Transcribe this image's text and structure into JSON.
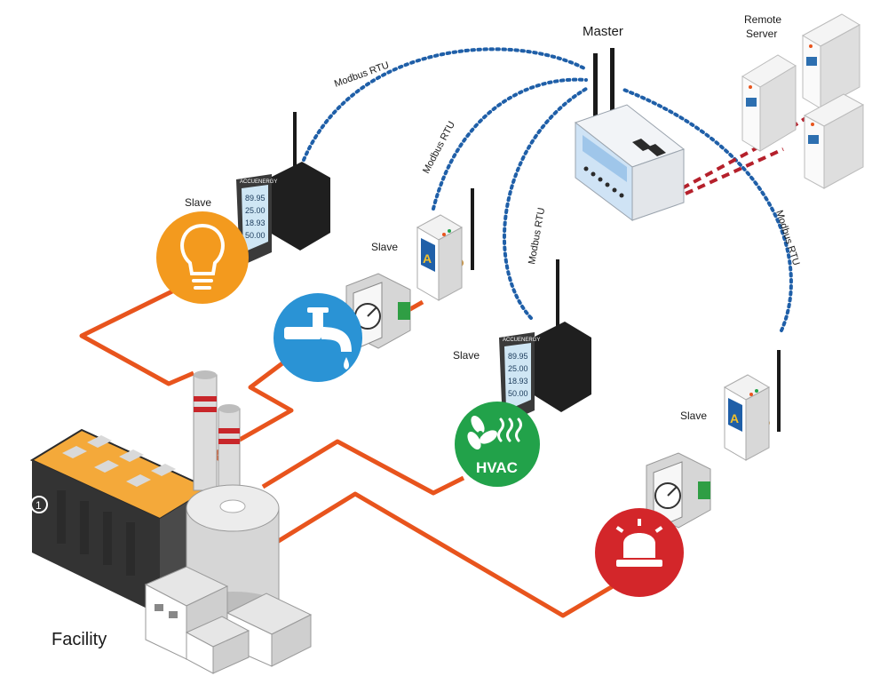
{
  "labels": {
    "master": "Master",
    "remote_server_line1": "Remote",
    "remote_server_line2": "Server",
    "facility": "Facility",
    "slave_1": "Slave",
    "slave_2": "Slave",
    "slave_3": "Slave",
    "slave_4": "Slave",
    "modbus_1": "Modbus RTU",
    "modbus_2": "Modbus RTU",
    "modbus_3": "Modbus RTU",
    "modbus_4": "Modbus RTU",
    "hvac": "HVAC",
    "meter_brand_1": "ACCUENERGY",
    "meter_brand_2": "ACCUENERGY",
    "meter_readings_1": [
      "89.95",
      "25.00",
      "18.93",
      "50.00"
    ],
    "meter_readings_2": [
      "89.95",
      "25.00",
      "18.93",
      "50.00"
    ],
    "gateway_logo_1": "A",
    "gateway_logo_2": "A",
    "facility_badge": "1"
  },
  "icons": {
    "lighting": "lightbulb-icon",
    "water": "water-tap-icon",
    "hvac": "hvac-fan-icon",
    "alarm": "alarm-siren-icon"
  },
  "colors": {
    "wireless_link": "#1f5fa8",
    "wired_link": "#e8541d",
    "server_link": "#b5202b",
    "lighting_circle": "#f39a1e",
    "water_circle": "#2a93d5",
    "hvac_circle": "#22a24a",
    "alarm_circle": "#d3262a",
    "router_body": "#cfe3f5"
  }
}
